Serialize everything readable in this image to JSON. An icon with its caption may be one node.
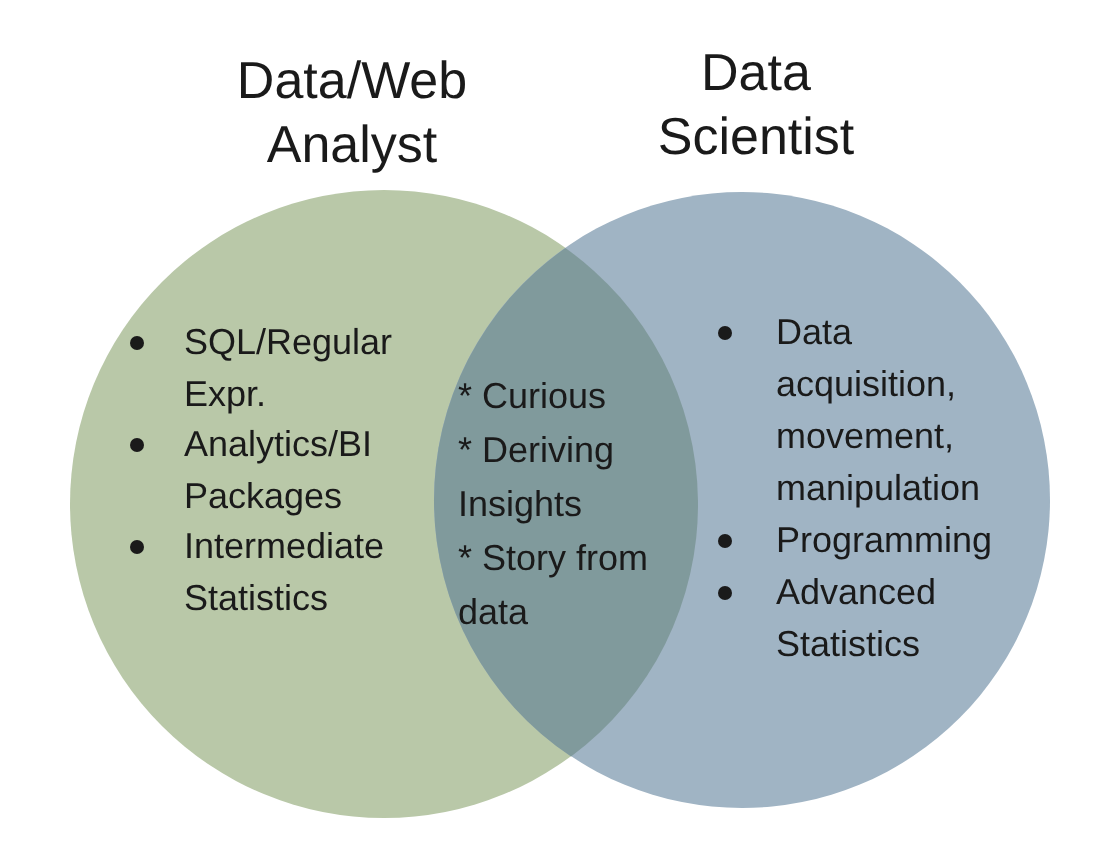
{
  "diagram": {
    "nodes": [
      {
        "text": [
          "Data/Web Analyst",
          "SQL/Regular Expr.",
          "Analytics/BI Packages",
          "Intermediate Statistics"
        ]
      },
      {
        "text": [
          "* Curious",
          "* Deriving Insights",
          "* Story from data"
        ]
      },
      {
        "text": [
          "Data Scientist",
          "Data acquisition, movement, manipulation",
          "Programming",
          "Advanced Statistics"
        ]
      }
    ]
  }
}
